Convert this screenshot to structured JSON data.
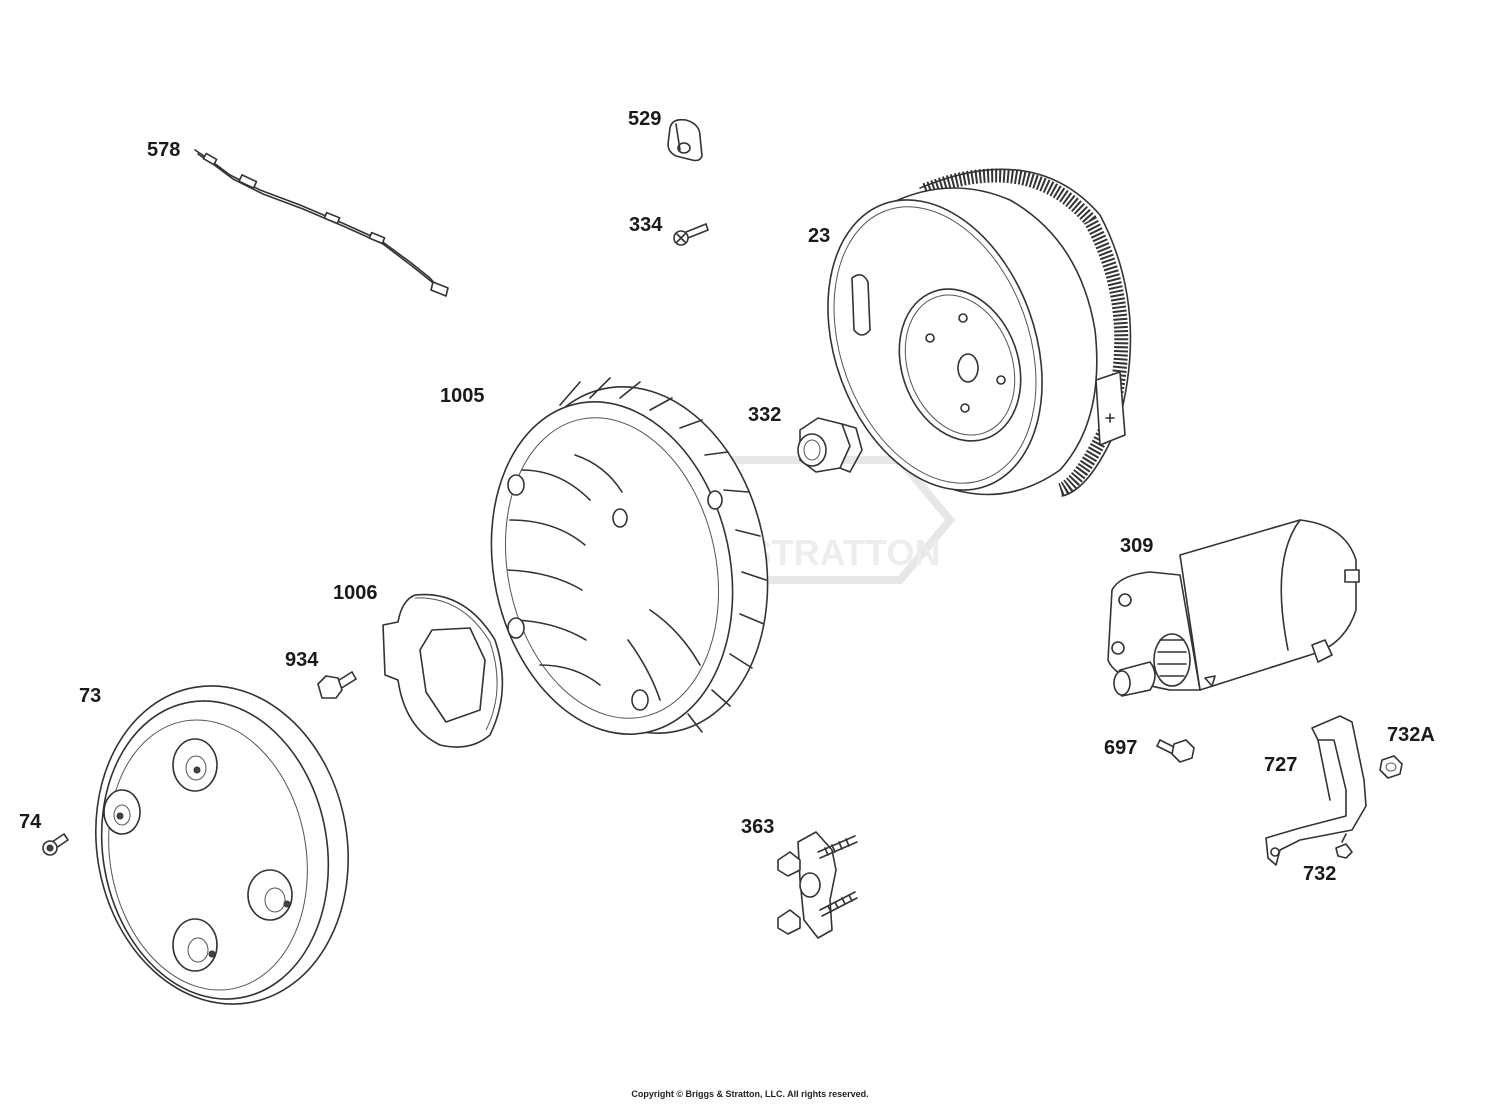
{
  "callouts": {
    "p578": "578",
    "p529": "529",
    "p334": "334",
    "p23": "23",
    "p1005": "1005",
    "p332": "332",
    "p309": "309",
    "p1006": "1006",
    "p934": "934",
    "p73": "73",
    "p74": "74",
    "p697": "697",
    "p727": "727",
    "p732A": "732A",
    "p363": "363",
    "p732": "732"
  },
  "watermark": "BRIGGS & STRATTON",
  "copyright": "Copyright © Briggs & Stratton, LLC. All rights reserved."
}
